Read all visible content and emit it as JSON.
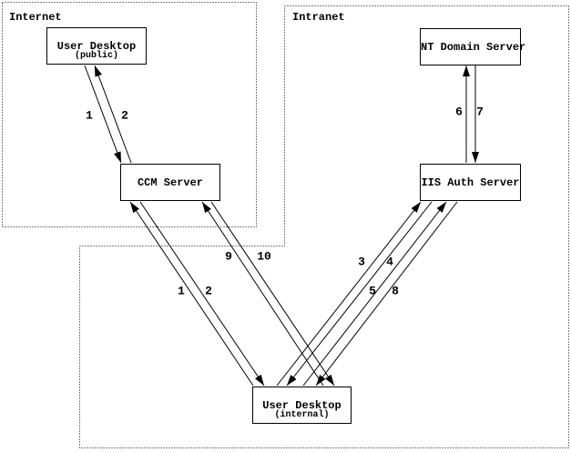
{
  "regions": {
    "internet": {
      "label": "Internet"
    },
    "intranet": {
      "label": "Intranet"
    }
  },
  "nodes": {
    "user_desktop_public": {
      "title": "User Desktop",
      "subtitle": "(public)"
    },
    "ccm_server": {
      "title": "CCM Server"
    },
    "nt_domain_server": {
      "title": "NT Domain Server"
    },
    "iis_auth_server": {
      "title": "IIS Auth Server"
    },
    "user_desktop_internal": {
      "title": "User Desktop",
      "subtitle": "(internal)"
    }
  },
  "connections": [
    {
      "label": "1",
      "from": "User Desktop (public)",
      "to": "CCM Server"
    },
    {
      "label": "2",
      "from": "CCM Server",
      "to": "User Desktop (public)"
    },
    {
      "label": "1",
      "from": "User Desktop (internal)",
      "to": "CCM Server"
    },
    {
      "label": "2",
      "from": "CCM Server",
      "to": "User Desktop (internal)"
    },
    {
      "label": "9",
      "from": "User Desktop (internal)",
      "to": "CCM Server"
    },
    {
      "label": "10",
      "from": "CCM Server",
      "to": "User Desktop (internal)"
    },
    {
      "label": "3",
      "from": "User Desktop (internal)",
      "to": "IIS Auth Server"
    },
    {
      "label": "4",
      "from": "IIS Auth Server",
      "to": "User Desktop (internal)"
    },
    {
      "label": "5",
      "from": "User Desktop (internal)",
      "to": "IIS Auth Server"
    },
    {
      "label": "8",
      "from": "IIS Auth Server",
      "to": "User Desktop (internal)"
    },
    {
      "label": "6",
      "from": "IIS Auth Server",
      "to": "NT Domain Server"
    },
    {
      "label": "7",
      "from": "NT Domain Server",
      "to": "IIS Auth Server"
    }
  ],
  "colors": {
    "line": "#000000",
    "background": "#ffffff"
  }
}
